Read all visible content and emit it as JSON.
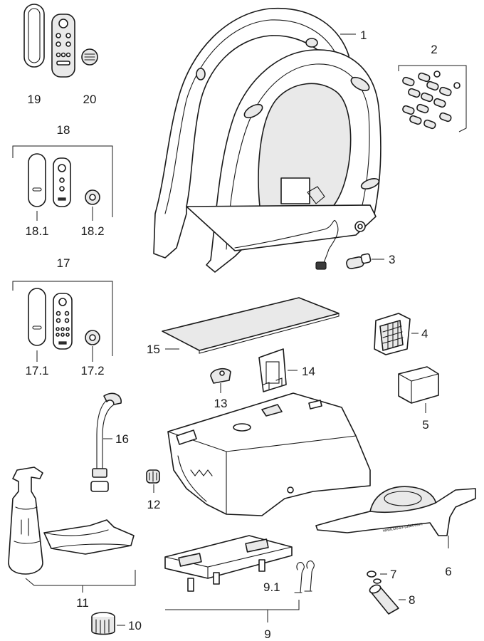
{
  "callouts": {
    "c1": "1",
    "c2": "2",
    "c3": "3",
    "c4": "4",
    "c5": "5",
    "c6": "6",
    "c7": "7",
    "c8": "8",
    "c9": "9",
    "c9_1": "9.1",
    "c10": "10",
    "c11": "11",
    "c12": "12",
    "c13": "13",
    "c14": "14",
    "c15": "15",
    "c16": "16",
    "c17": "17",
    "c17_1": "17.1",
    "c17_2": "17.2",
    "c18": "18",
    "c18_1": "18.1",
    "c18_2": "18.2",
    "c19": "19",
    "c20": "20"
  },
  "decor": {
    "baseplate_text": "www.clean-toilet.com"
  },
  "colors": {
    "line": "#1a1a1a",
    "fill_light": "#e9e9e9",
    "fill_dark": "#3a3a3a"
  }
}
